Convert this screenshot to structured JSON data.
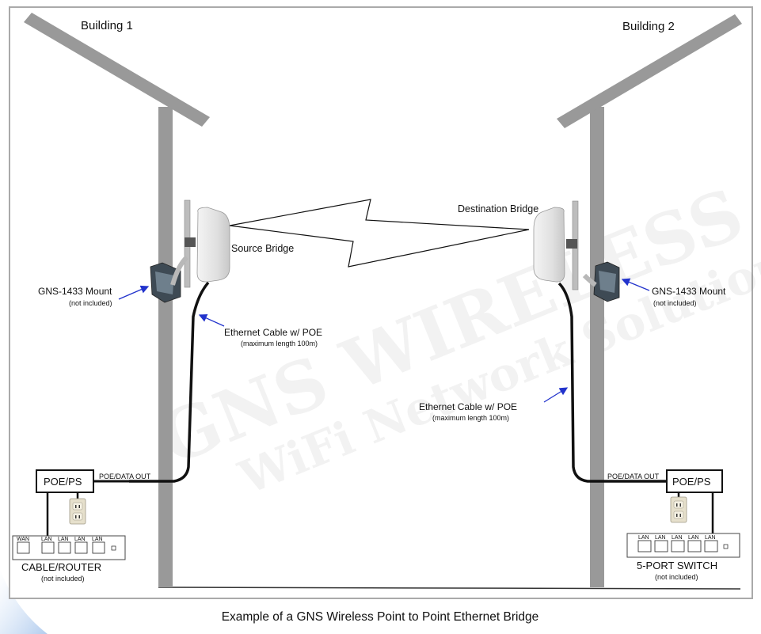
{
  "building1": {
    "label": "Building 1"
  },
  "building2": {
    "label": "Building 2"
  },
  "source_bridge": {
    "label": "Source Bridge"
  },
  "destination_bridge": {
    "label": "Destination Bridge"
  },
  "mount_left": {
    "label": "GNS-1433 Mount",
    "note": "(not included)"
  },
  "mount_right": {
    "label": "GNS-1433 Mount",
    "note": "(not included)"
  },
  "cable_left": {
    "label": "Ethernet Cable w/ POE",
    "note": "(maximum length 100m)"
  },
  "cable_right": {
    "label": "Ethernet Cable w/ POE",
    "note": "(maximum length 100m)"
  },
  "poe_left": {
    "label": "POE/PS",
    "out_label": "POE/DATA OUT"
  },
  "poe_right": {
    "label": "POE/PS",
    "out_label": "POE/DATA OUT"
  },
  "router": {
    "label": "CABLE/ROUTER",
    "note": "(not included)",
    "ports": [
      "WAN",
      "LAN",
      "LAN",
      "LAN",
      "LAN"
    ]
  },
  "switch": {
    "label": "5-PORT SWITCH",
    "note": "(not included)",
    "ports": [
      "LAN",
      "LAN",
      "LAN",
      "LAN",
      "LAN"
    ]
  },
  "watermark": {
    "line1": "GNS WIRELESS",
    "line2": "WiFi Network Solutions"
  },
  "caption": "Example of a GNS Wireless Point to Point Ethernet Bridge",
  "colors": {
    "frame": "#aaaaaa",
    "building": "#999999",
    "cable": "#111111",
    "arrow": "#2233cc",
    "bridge": "#e4e4e4"
  }
}
